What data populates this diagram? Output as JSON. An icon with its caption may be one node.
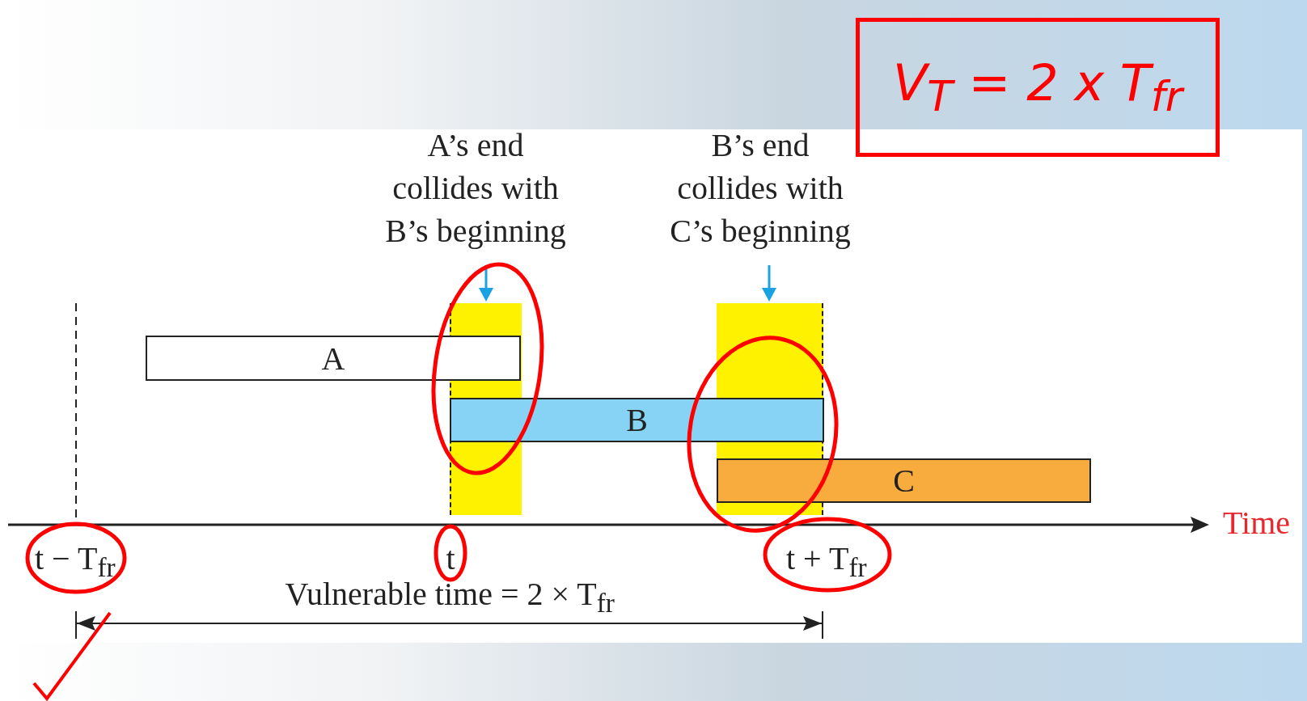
{
  "diagram": {
    "nodes": [
      {
        "text": [
          "A"
        ]
      },
      {
        "text": [
          "B"
        ]
      },
      {
        "text": [
          "C"
        ]
      },
      {
        "text": [
          "V$_{T}$ = 2 x T$_{fr}$"
        ]
      },
      {
        "text": [],
        "shape": "bar"
      },
      {
        "text": [],
        "shape": "bar"
      }
    ],
    "labels": [
      "A’s end collides with B’s beginning",
      "B’s end collides with C’s beginning",
      "Time",
      "t − T$_{fr}$",
      "t",
      "t + T$_{fr}$",
      "Vulnerable time = 2 × T$_{fr}$"
    ]
  }
}
